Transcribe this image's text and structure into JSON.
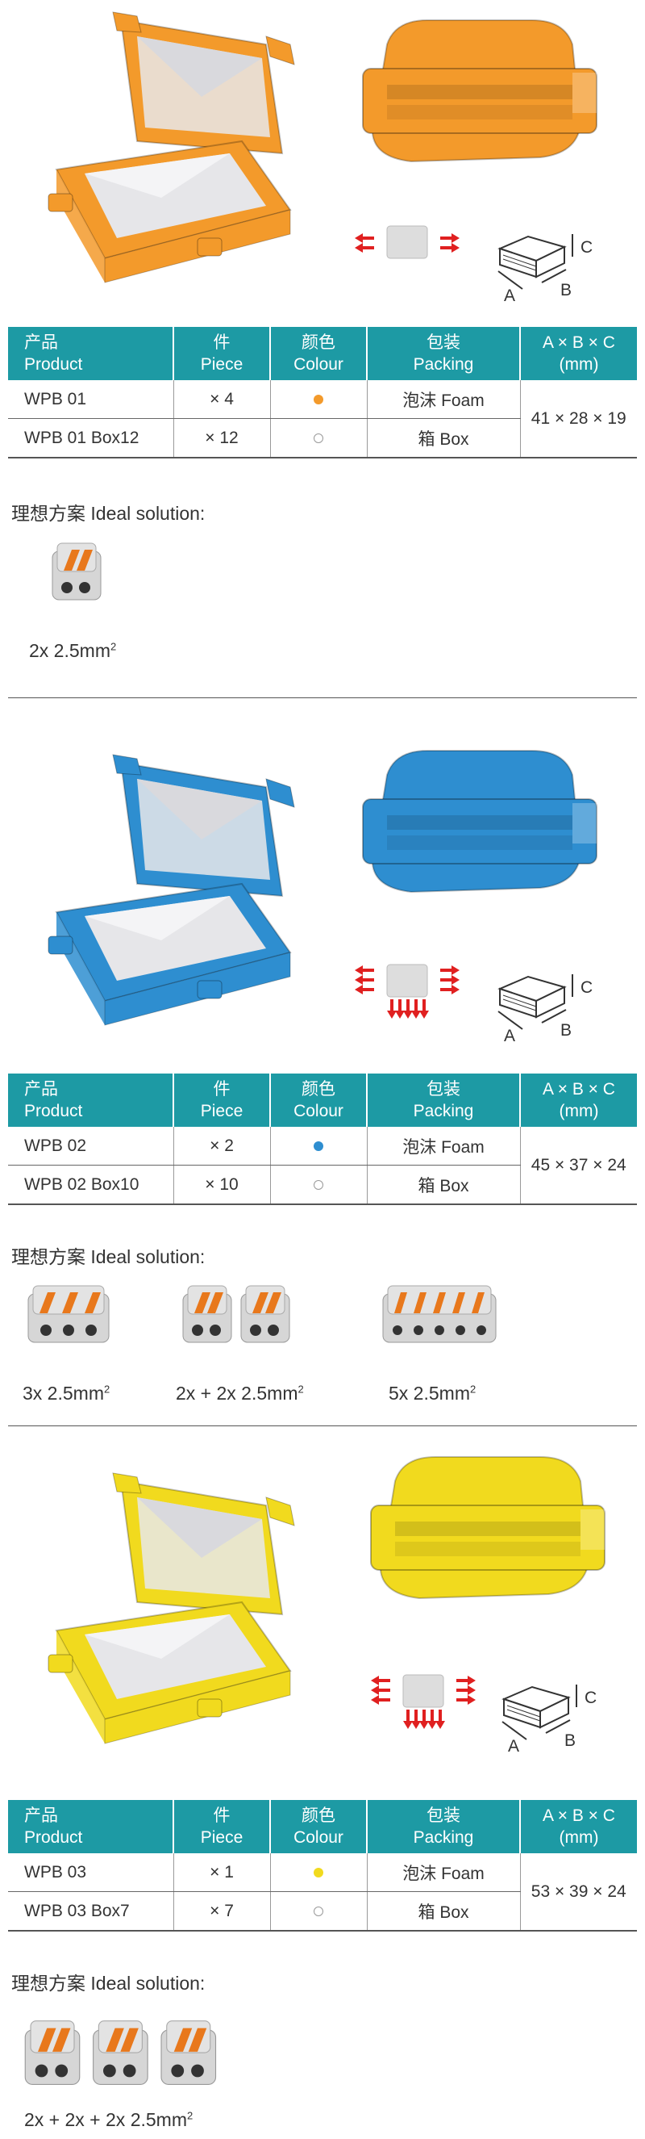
{
  "table_headers": {
    "product_zh": "产品",
    "product_en": "Product",
    "piece_zh": "件",
    "piece_en": "Piece",
    "colour_zh": "颜色",
    "colour_en": "Colour",
    "packing_zh": "包装",
    "packing_en": "Packing",
    "dims": "A × B × C (mm)"
  },
  "ideal_label": "理想方案 Ideal solution:",
  "dim_letters": {
    "a": "A",
    "b": "B",
    "c": "C"
  },
  "products": [
    {
      "color": "#f39a2b",
      "rows": [
        {
          "product": "WPB 01",
          "piece": "× 4",
          "packing": "泡沫 Foam"
        },
        {
          "product": "WPB 01 Box12",
          "piece": "× 12",
          "packing": "箱 Box"
        }
      ],
      "dims": "41 × 28 × 19",
      "solutions": [
        {
          "label": "2x 2.5mm",
          "sup": "2"
        }
      ]
    },
    {
      "color": "#2e8ed0",
      "rows": [
        {
          "product": "WPB 02",
          "piece": "× 2",
          "packing": "泡沫 Foam"
        },
        {
          "product": "WPB 02 Box10",
          "piece": "× 10",
          "packing": "箱 Box"
        }
      ],
      "dims": "45 × 37 × 24",
      "solutions": [
        {
          "label": "3x 2.5mm",
          "sup": "2"
        },
        {
          "label": "2x + 2x 2.5mm",
          "sup": "2"
        },
        {
          "label": "5x 2.5mm",
          "sup": "2"
        }
      ]
    },
    {
      "color": "#f1da1e",
      "rows": [
        {
          "product": "WPB 03",
          "piece": "× 1",
          "packing": "泡沫 Foam"
        },
        {
          "product": "WPB 03 Box7",
          "piece": "× 7",
          "packing": "箱 Box"
        }
      ],
      "dims": "53 × 39 × 24",
      "solutions": [
        {
          "label": "2x + 2x + 2x 2.5mm",
          "sup": "2"
        }
      ]
    }
  ]
}
